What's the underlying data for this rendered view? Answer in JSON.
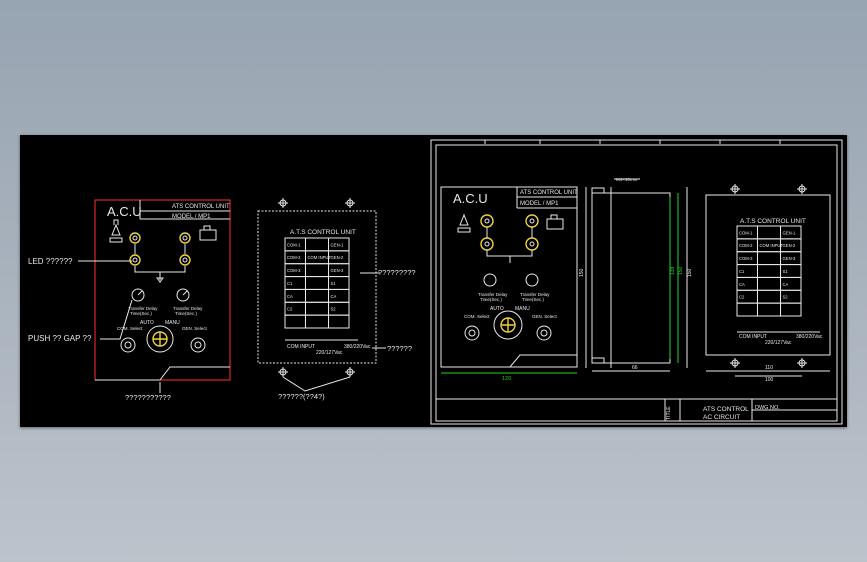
{
  "labels": {
    "led": "LED ??????",
    "push_gap": "PUSH ?? GAP ??",
    "bottom_left": "???????????",
    "right_of_panel": "?????????",
    "cable_note": "??????",
    "terminal_holes": "??????(??4?)"
  },
  "acu": {
    "title": "A.C.U",
    "subtitle": "ATS CONTROL UNIT",
    "model": "MODEL / MP1",
    "delay_left": "Transfer Delay",
    "delay_left_unit": "Time(Sec.)",
    "delay_right": "Transfer Delay",
    "delay_right_unit": "Time(Sec.)",
    "auto": "AUTO",
    "manu": "MANU",
    "com_select": "COM. Select",
    "gen_select": "GEN. Select"
  },
  "terminal": {
    "title": "A.T.S CONTROL UNIT",
    "rows": [
      [
        "COM-1",
        "",
        "GEN-1"
      ],
      [
        "COM-2",
        "COM INPUT",
        "GEN-2"
      ],
      [
        "COM-3",
        "",
        "GEN-3"
      ],
      [
        "C1",
        "",
        "S1"
      ],
      [
        "CA",
        "",
        "CA"
      ],
      [
        "C2",
        "",
        "S2"
      ],
      [
        "",
        "",
        ""
      ]
    ],
    "foot_left": "COM INPUT",
    "foot_right": "380/220Vac",
    "foot_bottom": "220/127Vac"
  },
  "dims": {
    "width": "120",
    "depth": "66",
    "height_outer": "150",
    "height_inner": "138",
    "height_inner2": "150",
    "height_side": "150",
    "back_width": "110",
    "back_width2": "100",
    "top_note": "M4×10mm"
  },
  "title_block": {
    "title_label": "TITLE",
    "title_line1": "ATS CONTROL",
    "title_line2": "AC CIRCUIT",
    "dwg_no": "DWG NO."
  },
  "colors": {
    "background": "#000000",
    "line": "#e8e8e8",
    "accent_red": "#ff3030",
    "dimension_green": "#23d323",
    "led_yellow": "#f0d23a"
  }
}
